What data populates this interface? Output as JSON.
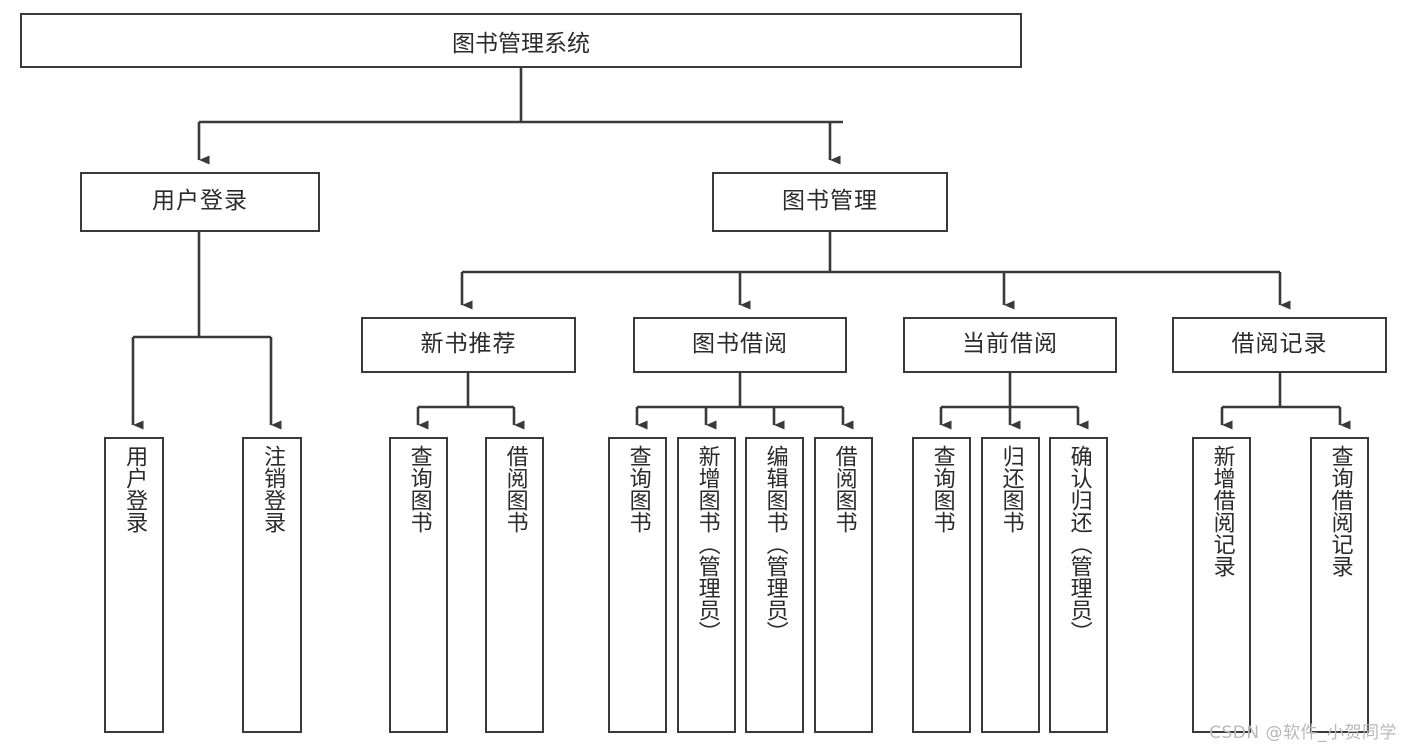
{
  "diagram": {
    "type": "tree",
    "title": "图书管理系统",
    "orientation": "top-down",
    "colors": {
      "background": "#ffffff",
      "box_border": "#3a3a3a",
      "box_fill": "#ffffff",
      "text": "#2b2b2b",
      "connector": "#3a3a3a",
      "watermark": "#b9b9b9"
    },
    "levels": {
      "root": "图书管理系统",
      "level2": [
        "用户登录",
        "图书管理"
      ],
      "level3": [
        "新书推荐",
        "图书借阅",
        "当前借阅",
        "借阅记录"
      ],
      "level4_count": 13
    },
    "nodes": {
      "root": {
        "label": "图书管理系统"
      },
      "user_login": {
        "label": "用户登录"
      },
      "book_manage": {
        "label": "图书管理"
      },
      "new_book_rec": {
        "label": "新书推荐"
      },
      "book_borrow": {
        "label": "图书借阅"
      },
      "current_borrow": {
        "label": "当前借阅"
      },
      "borrow_record": {
        "label": "借阅记录"
      },
      "leaf_user_login": {
        "label": "用户登录"
      },
      "leaf_logout": {
        "label": "注销登录"
      },
      "leaf_query_book_a": {
        "label": "查询图书"
      },
      "leaf_borrow_book_a": {
        "label": "借阅图书"
      },
      "leaf_query_book_b": {
        "label": "查询图书"
      },
      "leaf_add_book": {
        "label": "新增图书（管理员）"
      },
      "leaf_edit_book": {
        "label": "编辑图书（管理员）"
      },
      "leaf_borrow_book_b": {
        "label": "借阅图书"
      },
      "leaf_query_book_c": {
        "label": "查询图书"
      },
      "leaf_return_book": {
        "label": "归还图书"
      },
      "leaf_confirm_return": {
        "label": "确认归还（管理员）"
      },
      "leaf_add_record": {
        "label": "新增借阅记录"
      },
      "leaf_query_record": {
        "label": "查询借阅记录"
      }
    },
    "edges": [
      {
        "from": "root",
        "to": "user_login"
      },
      {
        "from": "root",
        "to": "book_manage"
      },
      {
        "from": "user_login",
        "to": "leaf_user_login"
      },
      {
        "from": "user_login",
        "to": "leaf_logout"
      },
      {
        "from": "book_manage",
        "to": "new_book_rec"
      },
      {
        "from": "book_manage",
        "to": "book_borrow"
      },
      {
        "from": "book_manage",
        "to": "current_borrow"
      },
      {
        "from": "book_manage",
        "to": "borrow_record"
      },
      {
        "from": "new_book_rec",
        "to": "leaf_query_book_a"
      },
      {
        "from": "new_book_rec",
        "to": "leaf_borrow_book_a"
      },
      {
        "from": "book_borrow",
        "to": "leaf_query_book_b"
      },
      {
        "from": "book_borrow",
        "to": "leaf_add_book"
      },
      {
        "from": "book_borrow",
        "to": "leaf_edit_book"
      },
      {
        "from": "book_borrow",
        "to": "leaf_borrow_book_b"
      },
      {
        "from": "current_borrow",
        "to": "leaf_query_book_c"
      },
      {
        "from": "current_borrow",
        "to": "leaf_return_book"
      },
      {
        "from": "current_borrow",
        "to": "leaf_confirm_return"
      },
      {
        "from": "borrow_record",
        "to": "leaf_add_record"
      },
      {
        "from": "borrow_record",
        "to": "leaf_query_record"
      }
    ]
  },
  "watermark": {
    "text": "CSDN @软件_小贺同学"
  }
}
